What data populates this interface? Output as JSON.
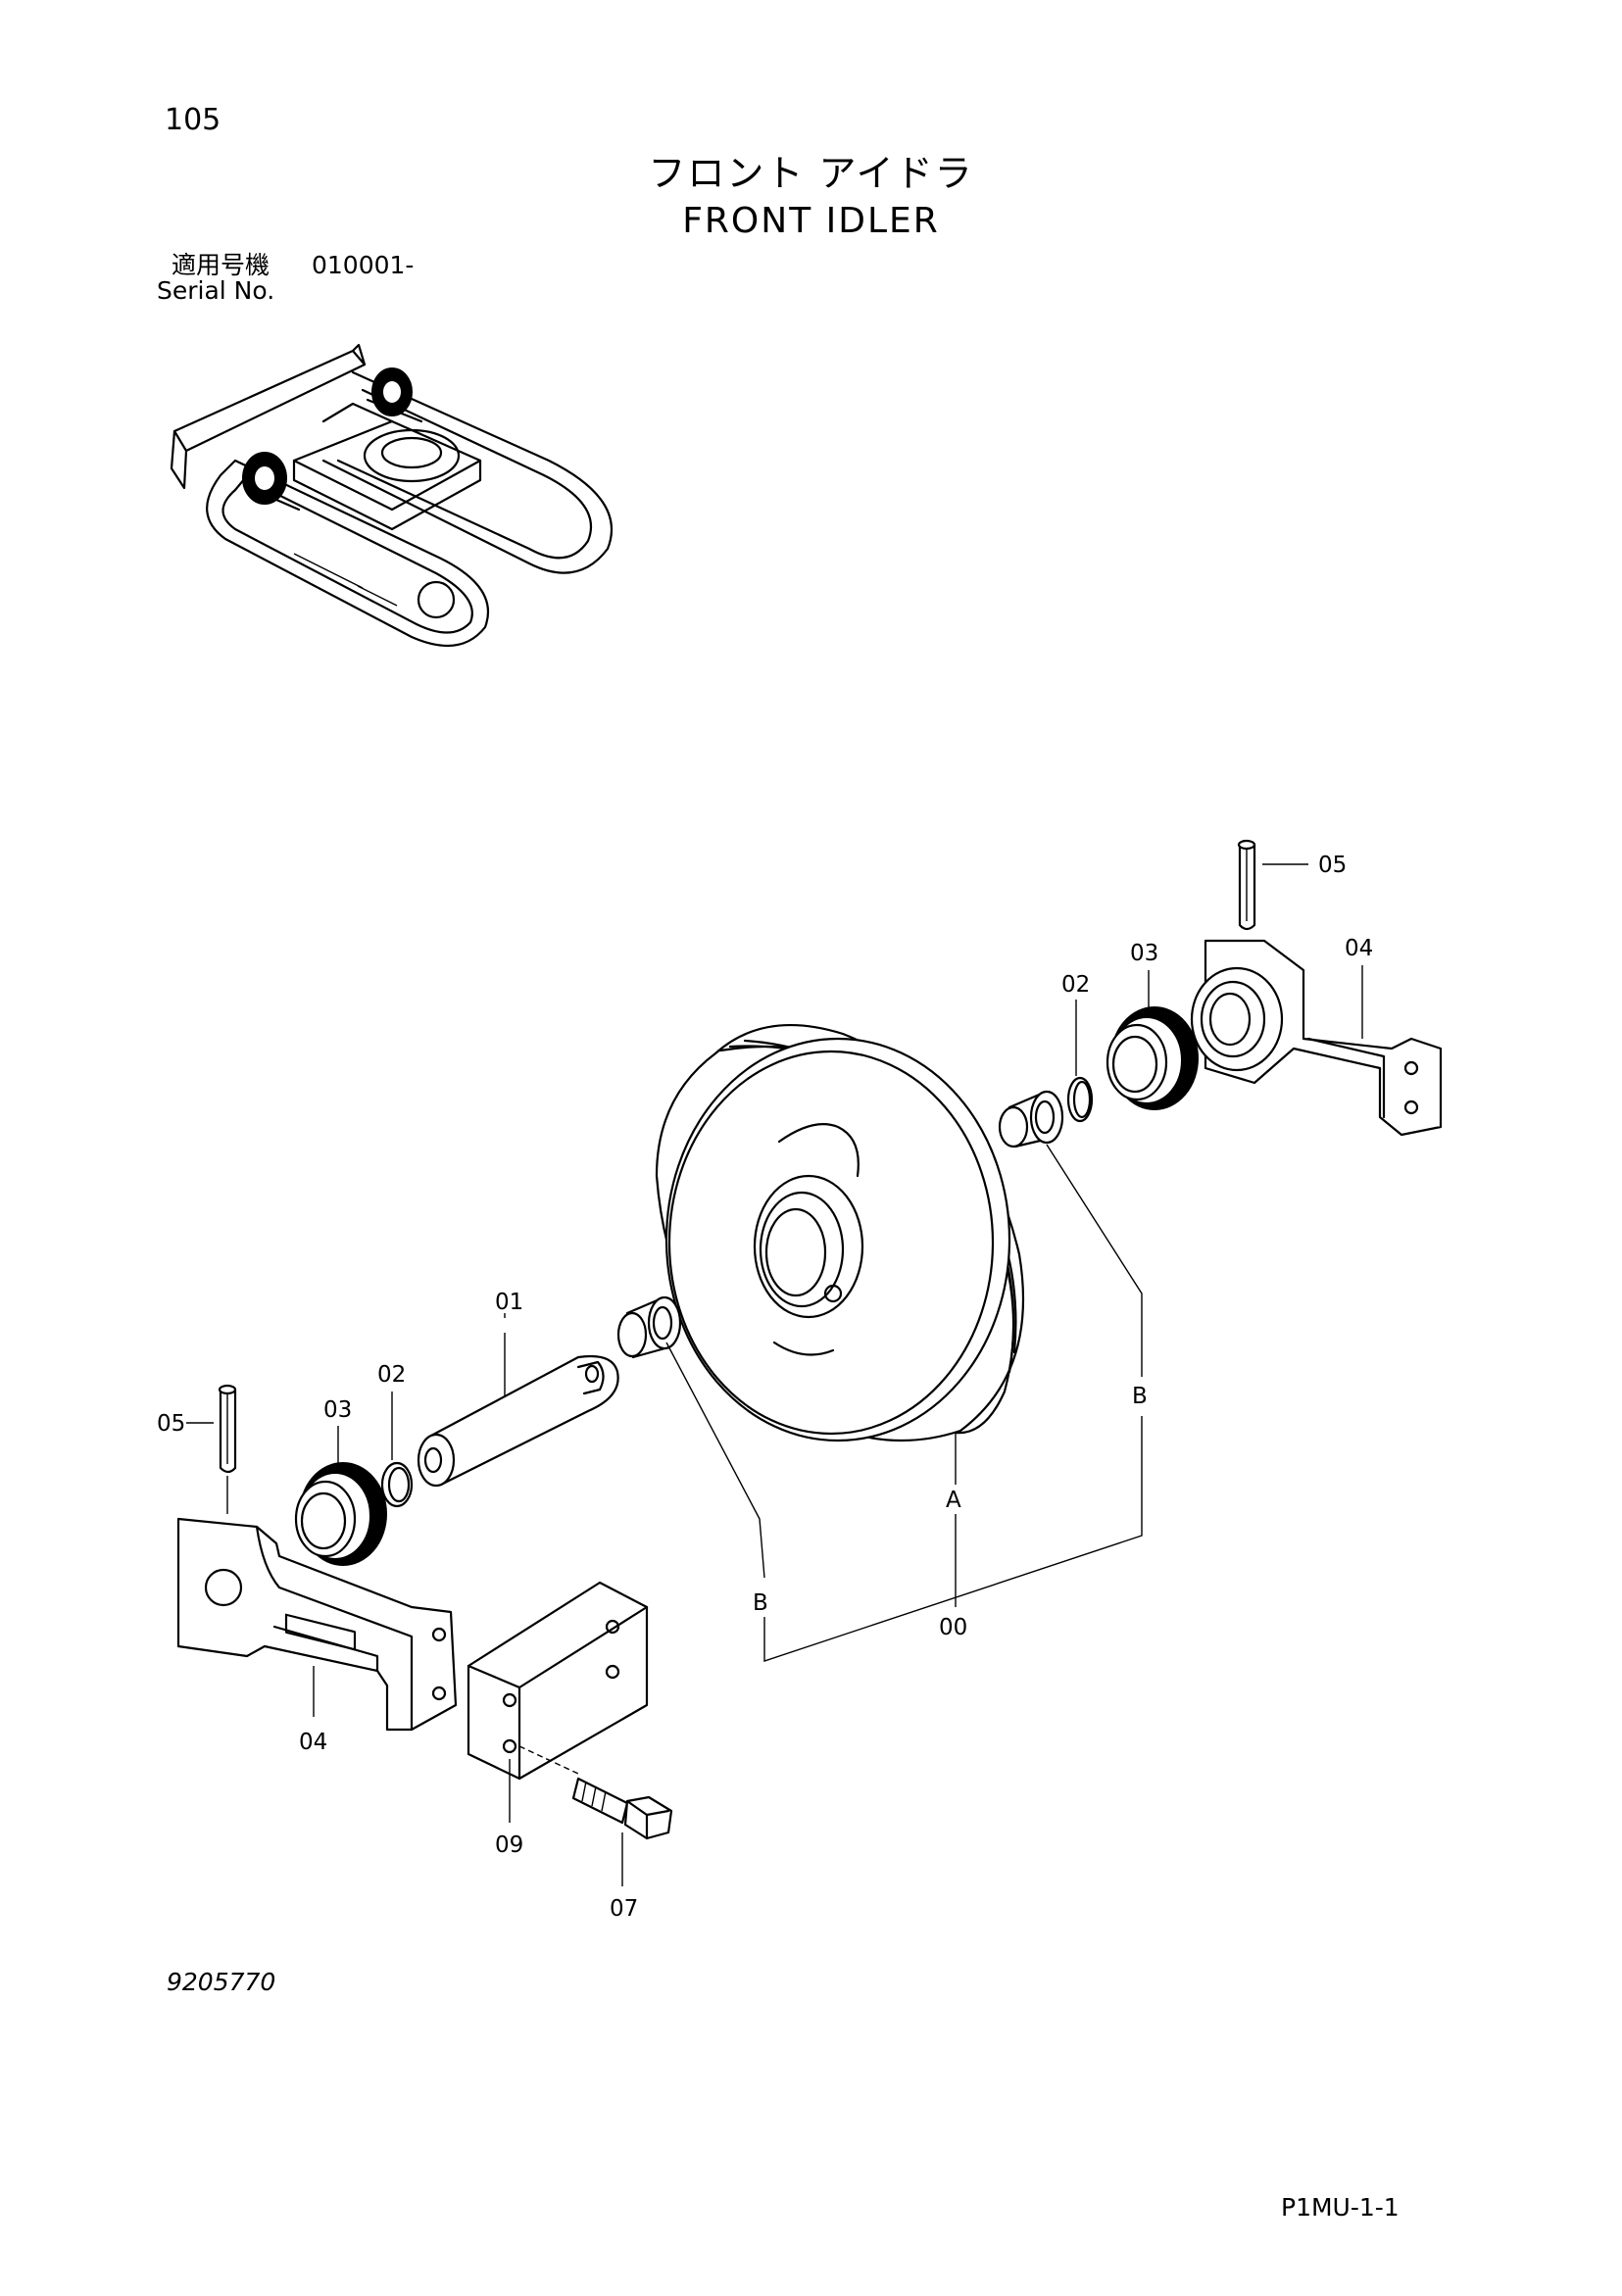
{
  "header": {
    "page_number": "105",
    "title_ja": "フロント アイドラ",
    "title_en": "FRONT IDLER",
    "serial_label_ja": "適用号機",
    "serial_value": "010001-",
    "serial_label_en": "Serial No."
  },
  "footer": {
    "drawing_number": "9205770",
    "page_reference": "P1MU-1-1"
  },
  "callouts": {
    "c00": "00",
    "c01": "01",
    "c02_left": "02",
    "c02_right": "02",
    "c03_left": "03",
    "c03_right": "03",
    "c04_left": "04",
    "c04_right": "04",
    "c05_left": "05",
    "c05_right": "05",
    "c07": "07",
    "c09": "09",
    "a": "A",
    "b_left": "B",
    "b_right": "B"
  }
}
